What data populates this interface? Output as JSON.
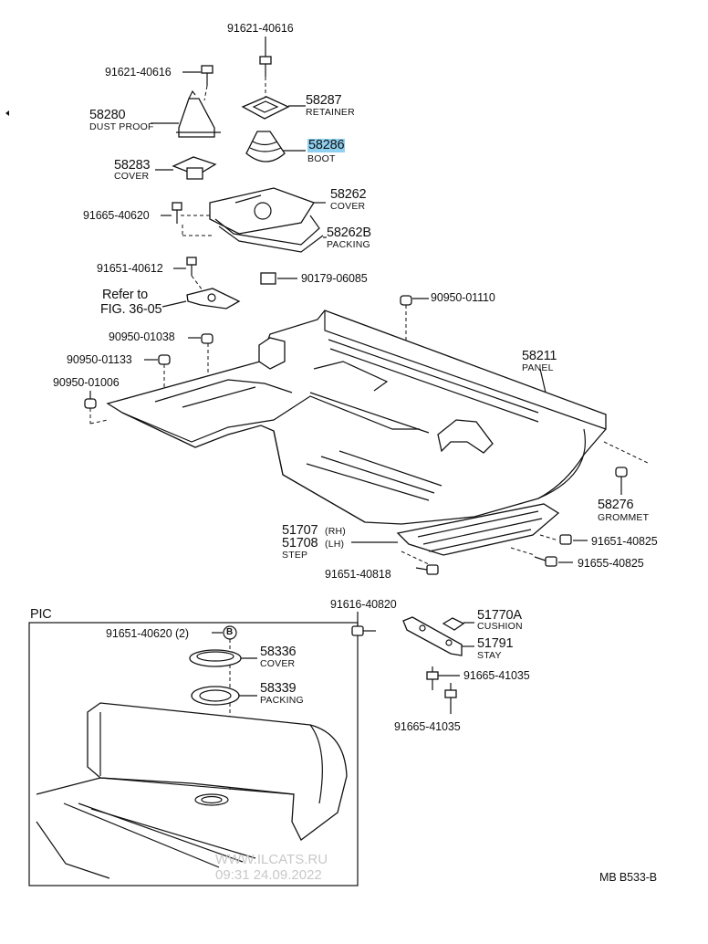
{
  "labels": {
    "p91621_top": "91621-40616",
    "p91621_left": "91621-40616",
    "p58280": "58280",
    "dust_proof": "DUST PROOF",
    "p58287": "58287",
    "retainer": "RETAINER",
    "p58286": "58286",
    "boot": "BOOT",
    "p58283": "58283",
    "cover_58283": "COVER",
    "p58262": "58262",
    "cover_58262": "COVER",
    "p91665_40620": "91665-40620",
    "p58262b": "58262B",
    "packing_58262b": "PACKING",
    "p91651_40612": "91651-40612",
    "p90179": "90179-06085",
    "refer_to": "Refer to",
    "fig_ref": "FIG. 36-05",
    "p90950_01110": "90950-01110",
    "p90950_01038": "90950-01038",
    "p90950_01133": "90950-01133",
    "p58211": "58211",
    "panel": "PANEL",
    "p90950_01006": "90950-01006",
    "p58276": "58276",
    "grommet": "GROMMET",
    "p51707": "51707",
    "rh": "(RH)",
    "p51708": "51708",
    "lh": "(LH)",
    "step": "STEP",
    "p91651_40825": "91651-40825",
    "p91655_40825": "91655-40825",
    "p91651_40818": "91651-40818",
    "pic": "PIC",
    "p91616_40820": "91616-40820",
    "p51770a": "51770A",
    "cushion": "CUSHION",
    "p91651_40620": "91651-40620 (2)",
    "circle_b": "B",
    "p51791": "51791",
    "stay": "STAY",
    "p58336": "58336",
    "cover_58336": "COVER",
    "p91665_41035_a": "91665-41035",
    "p58339": "58339",
    "packing_58339": "PACKING",
    "p91665_41035_b": "91665-41035",
    "code": "MB  B533-B",
    "watermark_site": "WWW.ILCATS.RU",
    "watermark_time": "09:31 24.09.2022"
  },
  "colors": {
    "highlight": "#8fd0f0",
    "ink": "#111111",
    "watermark": "#c8c8c8"
  }
}
